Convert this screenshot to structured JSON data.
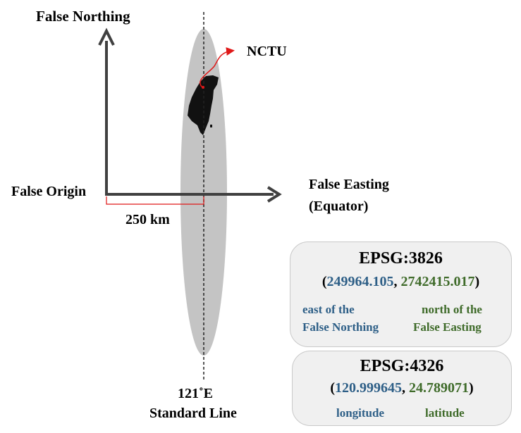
{
  "axes": {
    "y_label": "False Northing",
    "x_label_line1": "False Easting",
    "x_label_line2": "(Equator)",
    "origin_label": "False Origin",
    "offset_label": "250 km"
  },
  "meridian": {
    "line1": "121˚E",
    "line2": "Standard Line"
  },
  "marker": {
    "label": "NCTU",
    "arrow_color": "#e01818"
  },
  "epsg3826": {
    "code": "EPSG:3826",
    "open": "(",
    "easting": "249964.105",
    "sep": ", ",
    "northing": "2742415.017",
    "close": ")",
    "east_line1": "east of the",
    "east_line2": "False Northing",
    "north_line1": "north  of the",
    "north_line2": "False Easting"
  },
  "epsg4326": {
    "code": "EPSG:4326",
    "open": "(",
    "longitude_value": "120.999645",
    "sep": ", ",
    "latitude_value": "24.789071",
    "close": ")",
    "longitude_label": "longitude",
    "latitude_label": "latitude"
  },
  "colors": {
    "axis": "#404040",
    "zone": "#c4c4c4",
    "island": "#111111",
    "offset_bracket": "#e01818",
    "easting_text": "#2e5f87",
    "northing_text": "#3f6b2a"
  }
}
